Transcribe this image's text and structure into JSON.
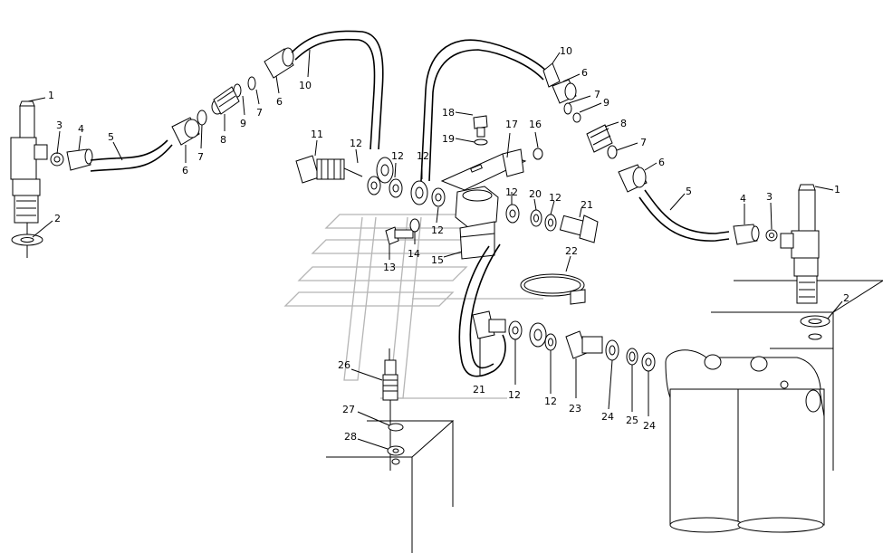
{
  "callouts": {
    "c1_left": "1",
    "c2_left": "2",
    "c3_left": "3",
    "c4_left": "4",
    "c5_left": "5",
    "c6_left": "6",
    "c7_left": "7",
    "c8_left": "8",
    "c9_left": "9",
    "c7_left_b": "7",
    "c6_left_b": "6",
    "c10_left": "10",
    "c11": "11",
    "c12_a": "12",
    "c12_b": "12",
    "c12_c": "12",
    "c13": "13",
    "c14": "14",
    "c15": "15",
    "c16": "16",
    "c17": "17",
    "c18": "18",
    "c19": "19",
    "c12_d": "12",
    "c20": "20",
    "c12_e": "12",
    "c21_top": "21",
    "c22": "22",
    "c10_right": "10",
    "c6_right_a": "6",
    "c7_right_a": "7",
    "c9_right": "9",
    "c8_right": "8",
    "c7_right_b": "7",
    "c6_right_b": "6",
    "c5_right": "5",
    "c4_right": "4",
    "c3_right": "3",
    "c1_right": "1",
    "c2_right": "2",
    "c21_bottom": "21",
    "c12_f": "12",
    "c12_g": "12",
    "c23": "23",
    "c24_a": "24",
    "c25": "25",
    "c24_b": "24",
    "c26": "26",
    "c27": "27",
    "c28": "28"
  }
}
